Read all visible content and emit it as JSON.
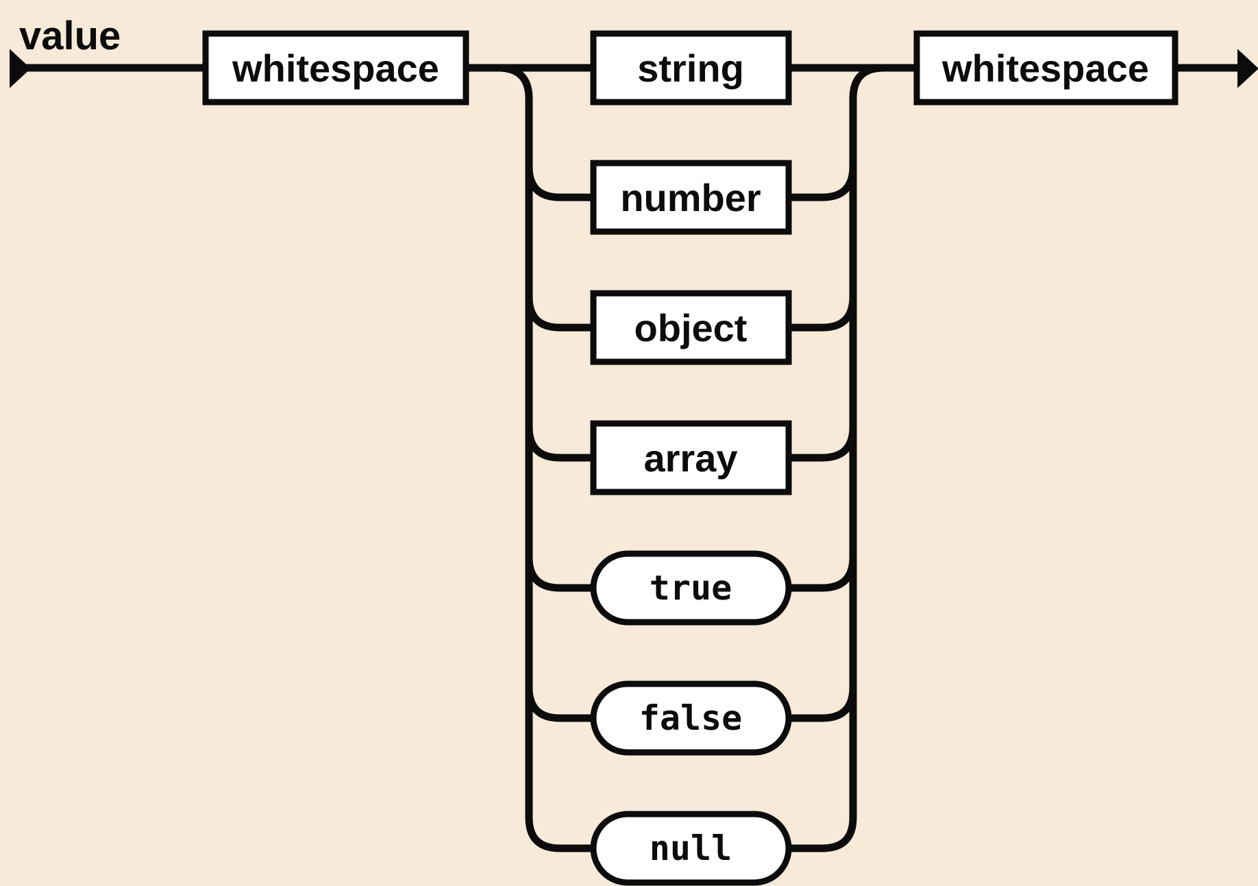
{
  "diagram": {
    "type": "railroad-syntax-diagram",
    "title": "value",
    "before_label": "whitespace",
    "after_label": "whitespace",
    "choices": [
      {
        "label": "string",
        "shape": "rect"
      },
      {
        "label": "number",
        "shape": "rect"
      },
      {
        "label": "object",
        "shape": "rect"
      },
      {
        "label": "array",
        "shape": "rect"
      },
      {
        "label": "true",
        "shape": "pill"
      },
      {
        "label": "false",
        "shape": "pill"
      },
      {
        "label": "null",
        "shape": "pill"
      }
    ],
    "icons": {
      "start": "line-start-right-arrow",
      "end": "line-end-right-arrow"
    }
  },
  "colors": {
    "background": "#f7ead9",
    "line": "#0c0c0c",
    "node-fill": "#ffffff",
    "text": "#0c0c0c"
  }
}
